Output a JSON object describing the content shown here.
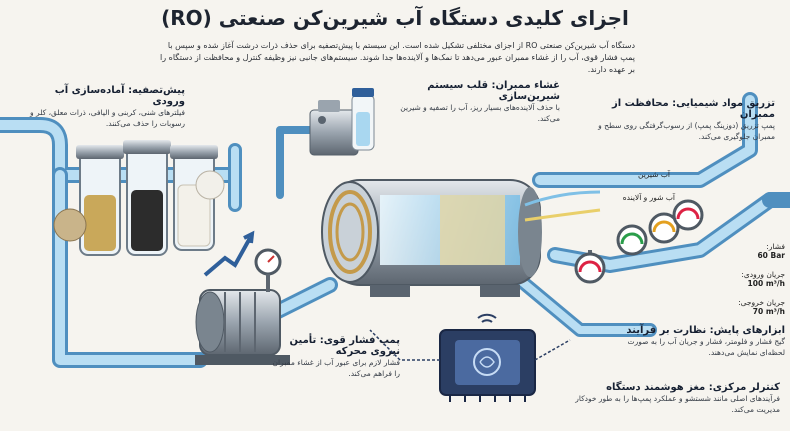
{
  "title": "اجزای کلیدی دستگاه آب شیرین‌کن صنعتی (RO)",
  "intro": "دستگاه آب شیرین‌کن صنعتی RO از اجزای مختلفی تشکیل شده است. این سیستم با پیش‌تصفیه برای حذف ذرات درشت آغاز شده و سپس با پمپ فشار قوی، آب را از غشاء ممبران عبور می‌دهد تا نمک‌ها و آلاینده‌ها جدا شوند. سیستم‌های جانبی نیز وظیفه کنترل و محافظت از دستگاه را بر عهده دارند.",
  "sections": {
    "pretreatment": {
      "heading": "پیش‌تصفیه: آماده‌سازی آب ورودی",
      "body": "فیلترهای شنی، کربنی و الیافی، ذرات معلق، کلر و رسوبات را حذف می‌کنند."
    },
    "membrane": {
      "heading": "غشاء ممبران: قلب سیستم شیرین‌سازی",
      "body": "با حذف آلاینده‌های بسیار ریز، آب را تصفیه و شیرین می‌کند."
    },
    "chemical": {
      "heading": "تزریق مواد شیمیایی: محافظت از ممبران",
      "body": "پمپ تزریق (دوزینگ پمپ) از رسوب‌گرفتگی روی سطح و ممبران جلوگیری می‌کند."
    },
    "pump": {
      "heading": "پمپ فشار قوی: تأمین نیروی محرکه",
      "body": "فشار لازم برای عبور آب از غشاء ممبران را فراهم می‌کند."
    },
    "instruments": {
      "heading": "ابزارهای پایش: نظارت بر فرآیند",
      "body": "گیج فشار و فلومتر، فشار و جریان آب را به صورت لحظه‌ای نمایش می‌دهند."
    },
    "controller": {
      "heading": "کنترلر مرکزی: مغز هوشمند دستگاه",
      "body": "فرآیندهای اصلی مانند شستشو و عملکرد پمپ‌ها را به طور خودکار مدیریت می‌کند."
    }
  },
  "streams": {
    "fresh": "آب شیرین",
    "brine": "آب شور و آلاینده"
  },
  "readings": {
    "pressure_label": "فشار:",
    "pressure_value": "60 Bar",
    "inflow_label": "جریان ورودی:",
    "inflow_value": "100 m³/h",
    "outflow_label": "جریان خروجی:",
    "outflow_value": "70 m³/h"
  },
  "colors": {
    "pipe": "#8fc6e6",
    "pipe_dark": "#4f8fbf",
    "water": "#cfe9f7",
    "brine": "#e9cf6a",
    "metal": "#9aa4ae",
    "chip": "#2b3e63"
  }
}
